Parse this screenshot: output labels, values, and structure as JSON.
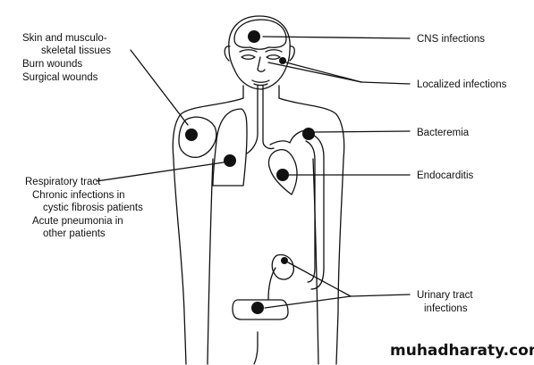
{
  "labels": {
    "skin_title": "Skin and musculo-",
    "skin_title_2": "skeletal tissues",
    "burn": "Burn wounds",
    "surgical": "Surgical wounds",
    "cns": "CNS infections",
    "localized": "Localized infections",
    "bacteremia": "Bacteremia",
    "endocarditis": "Endocarditis",
    "resp_title": "Respiratory tract",
    "resp_chronic_1": "Chronic infections in",
    "resp_chronic_2": "cystic fibrosis patients",
    "resp_acute_1": "Acute pneumonia in",
    "resp_acute_2": "other patients",
    "urinary_1": "Urinary tract",
    "urinary_2": "infections"
  },
  "watermark": "muhadharaty.com",
  "colors": {
    "ink": "#111111",
    "background": "#ffffff"
  }
}
